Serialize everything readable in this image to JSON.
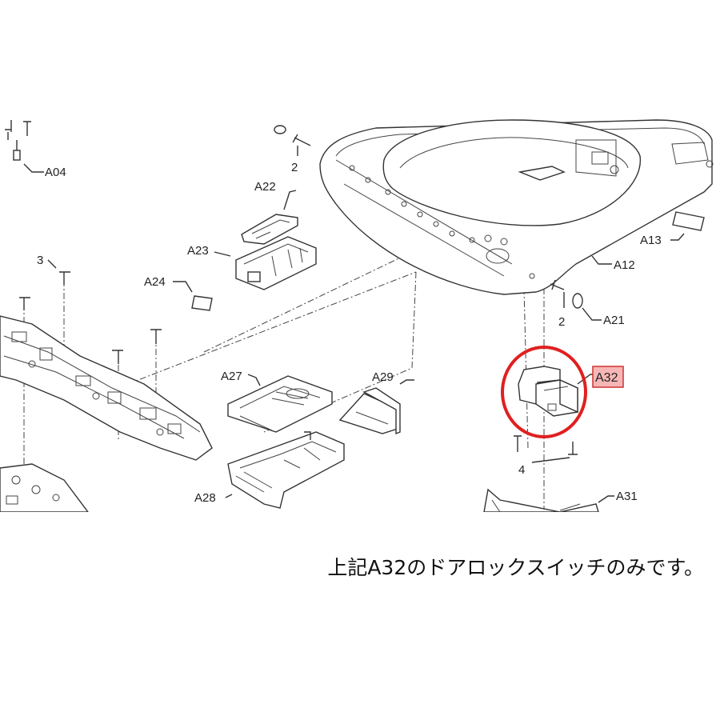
{
  "labels": {
    "a04": "A04",
    "a22": "A22",
    "a23": "A23",
    "a24": "A24",
    "a27": "A27",
    "a28": "A28",
    "a29": "A29",
    "a12": "A12",
    "a13": "A13",
    "a21": "A21",
    "a31": "A31",
    "a32": "A32",
    "screw2_top": "2",
    "screw2_right": "2",
    "screw3": "3",
    "screw4": "4"
  },
  "caption": "上記A32のドアロックスイッチのみです。",
  "colors": {
    "highlight_circle": "#e02020",
    "label_box_fill": "#f6b6b6",
    "label_box_stroke": "#d03030"
  }
}
